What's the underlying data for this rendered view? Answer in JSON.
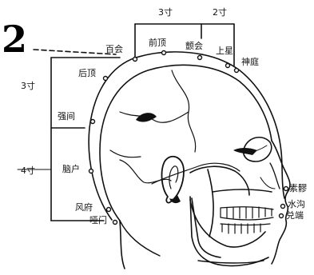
{
  "figure_number": "2",
  "measurements": {
    "top_left": "3寸",
    "top_right": "2寸",
    "side_upper": "3寸",
    "side_lower": "4寸"
  },
  "points": {
    "baihui": "百会",
    "qianding": "前顶",
    "xinhui": "颤会",
    "shangxing": "上星",
    "shenting": "神庭",
    "houding": "后顶",
    "qiangjian": "强间",
    "naohu": "脑户",
    "fengfu": "风府",
    "yamen": "哑门",
    "suliao": "素髎",
    "shuigou": "水沟",
    "duiduan": "兑端"
  }
}
